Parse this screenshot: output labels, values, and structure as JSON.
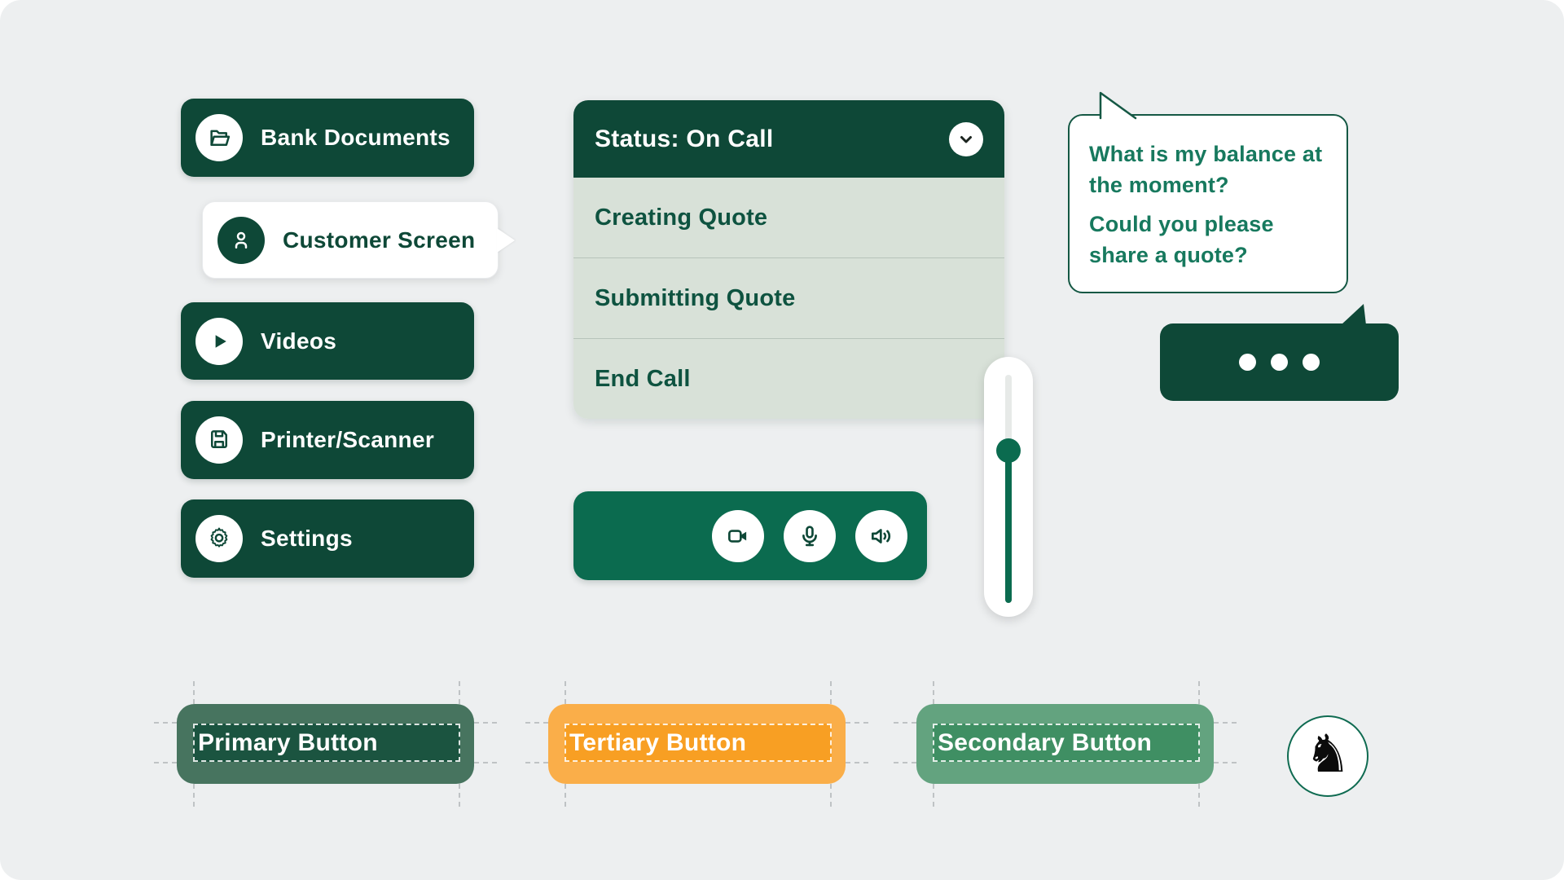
{
  "colors": {
    "background": "#EDEFF0",
    "dark_green": "#0E4837",
    "bright_green": "#0B6B4F",
    "light_green": "#D8E1D8",
    "text_green": "#17795E",
    "orange": "#F89F23",
    "secondary_green": "#3F8F63",
    "white": "#FFFFFF"
  },
  "sidebar": {
    "items": [
      {
        "label": "Bank Documents",
        "icon": "folder-open-icon"
      },
      {
        "label": "Customer Screen",
        "icon": "user-icon",
        "active": true
      },
      {
        "label": "Videos",
        "icon": "play-icon"
      },
      {
        "label": "Printer/Scanner",
        "icon": "save-icon"
      },
      {
        "label": "Settings",
        "icon": "gear-icon"
      }
    ]
  },
  "status_panel": {
    "header": "Status: On Call",
    "options": [
      "Creating Quote",
      "Submitting Quote",
      "End Call"
    ]
  },
  "call_controls": {
    "buttons": [
      "video-camera",
      "microphone",
      "speaker-volume"
    ]
  },
  "volume_slider": {
    "orientation": "vertical",
    "value_percent": 67
  },
  "customer_messages": {
    "paragraphs": [
      "What is my balance at the moment?",
      "Could you please share a quote?"
    ]
  },
  "agent_typing": {
    "dots": 3
  },
  "spec_buttons": [
    {
      "label": "Primary Button",
      "variant": "primary"
    },
    {
      "label": "Tertiary Button",
      "variant": "tertiary"
    },
    {
      "label": "Secondary Button",
      "variant": "secondary"
    }
  ],
  "brand": {
    "logo": "lloyds-black-horse",
    "glyph": "♞"
  }
}
